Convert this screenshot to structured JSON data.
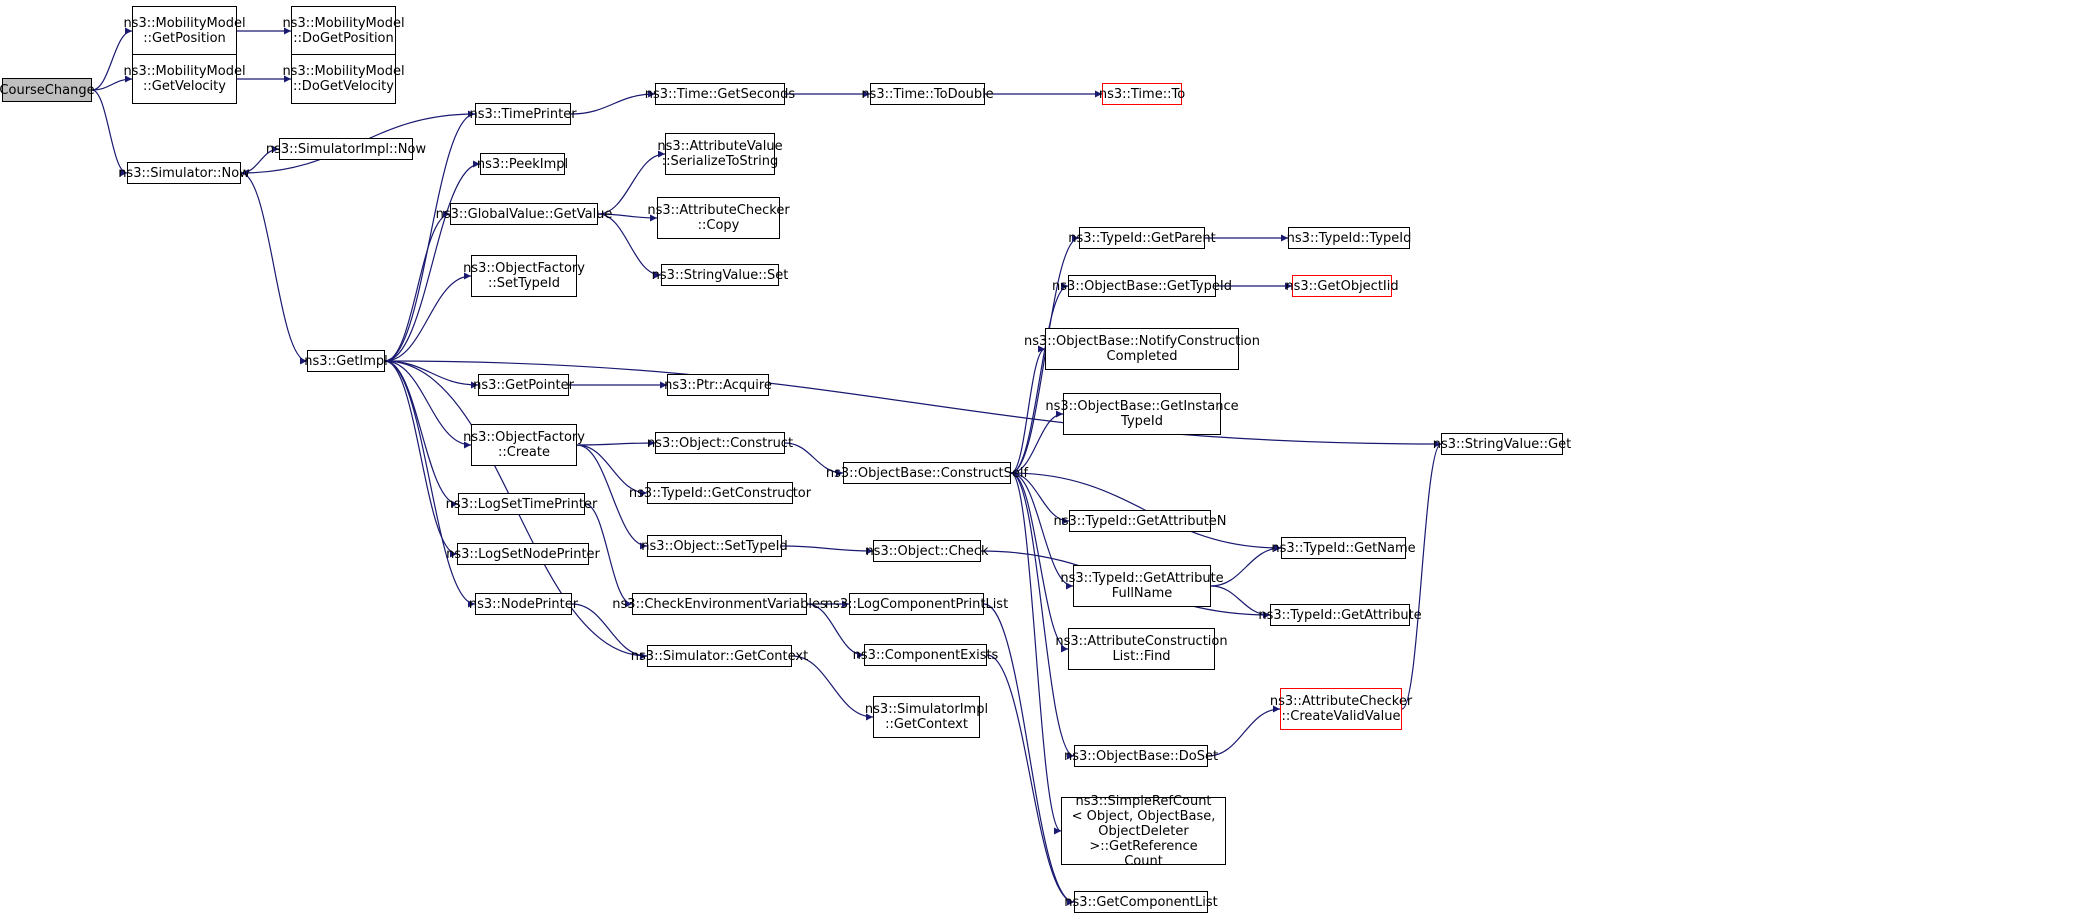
{
  "colors": {
    "edge": "#191970",
    "border": "#000000",
    "root_fill": "#bfbfbf",
    "missing_border": "#ff0000"
  },
  "nodes": [
    {
      "id": "n0",
      "label": "CourseChange",
      "style": "root"
    },
    {
      "id": "n1",
      "label": "ns3::MobilityModel\n::GetPosition"
    },
    {
      "id": "n2",
      "label": "ns3::MobilityModel\n::DoGetPosition"
    },
    {
      "id": "n3",
      "label": "ns3::MobilityModel\n::GetVelocity"
    },
    {
      "id": "n4",
      "label": "ns3::MobilityModel\n::DoGetVelocity"
    },
    {
      "id": "n5",
      "label": "ns3::Simulator::Now"
    },
    {
      "id": "n6",
      "label": "ns3::SimulatorImpl::Now"
    },
    {
      "id": "n7",
      "label": "ns3::GetImpl"
    },
    {
      "id": "n8",
      "label": "ns3::TimePrinter"
    },
    {
      "id": "n9",
      "label": "ns3::Time::GetSeconds"
    },
    {
      "id": "n10",
      "label": "ns3::Time::ToDouble"
    },
    {
      "id": "n11",
      "label": "ns3::Time::To",
      "style": "red"
    },
    {
      "id": "n12",
      "label": "ns3::PeekImpl"
    },
    {
      "id": "n13",
      "label": "ns3::GlobalValue::GetValue"
    },
    {
      "id": "n14",
      "label": "ns3::AttributeValue\n::SerializeToString"
    },
    {
      "id": "n15",
      "label": "ns3::AttributeChecker\n::Copy"
    },
    {
      "id": "n16",
      "label": "ns3::StringValue::Set"
    },
    {
      "id": "n17",
      "label": "ns3::ObjectFactory\n::SetTypeId"
    },
    {
      "id": "n18",
      "label": "ns3::StringValue::Get"
    },
    {
      "id": "n19",
      "label": "ns3::GetPointer"
    },
    {
      "id": "n20",
      "label": "ns3::Ptr::Acquire"
    },
    {
      "id": "n21",
      "label": "ns3::ObjectFactory\n::Create"
    },
    {
      "id": "n22",
      "label": "ns3::Object::Construct"
    },
    {
      "id": "n23",
      "label": "ns3::TypeId::GetConstructor"
    },
    {
      "id": "n24",
      "label": "ns3::Object::SetTypeId"
    },
    {
      "id": "n25",
      "label": "ns3::ObjectBase::ConstructSelf"
    },
    {
      "id": "n26",
      "label": "ns3::TypeId::GetParent"
    },
    {
      "id": "n27",
      "label": "ns3::TypeId::TypeId"
    },
    {
      "id": "n28",
      "label": "ns3::ObjectBase::GetTypeId"
    },
    {
      "id": "n29",
      "label": "ns3::GetObjectIid",
      "style": "red"
    },
    {
      "id": "n30",
      "label": "ns3::ObjectBase::NotifyConstruction\nCompleted"
    },
    {
      "id": "n31",
      "label": "ns3::ObjectBase::GetInstance\nTypeId"
    },
    {
      "id": "n32",
      "label": "ns3::TypeId::GetAttributeN"
    },
    {
      "id": "n33",
      "label": "ns3::TypeId::GetAttribute\nFullName"
    },
    {
      "id": "n34",
      "label": "ns3::TypeId::GetName"
    },
    {
      "id": "n35",
      "label": "ns3::TypeId::GetAttribute"
    },
    {
      "id": "n36",
      "label": "ns3::AttributeConstruction\nList::Find"
    },
    {
      "id": "n37",
      "label": "ns3::AttributeChecker\n::CreateValidValue",
      "style": "red"
    },
    {
      "id": "n38",
      "label": "ns3::ObjectBase::DoSet"
    },
    {
      "id": "n39",
      "label": "ns3::SimpleRefCount\n< Object, ObjectBase,\n ObjectDeleter >::GetReference\nCount"
    },
    {
      "id": "n40",
      "label": "ns3::GetComponentList"
    },
    {
      "id": "n41",
      "label": "ns3::LogSetTimePrinter"
    },
    {
      "id": "n42",
      "label": "ns3::LogSetNodePrinter"
    },
    {
      "id": "n43",
      "label": "ns3::NodePrinter"
    },
    {
      "id": "n44",
      "label": "ns3::CheckEnvironmentVariables"
    },
    {
      "id": "n45",
      "label": "ns3::LogComponentPrintList"
    },
    {
      "id": "n46",
      "label": "ns3::ComponentExists"
    },
    {
      "id": "n47",
      "label": "ns3::Simulator::GetContext"
    },
    {
      "id": "n48",
      "label": "ns3::SimulatorImpl\n::GetContext"
    },
    {
      "id": "n49",
      "label": "ns3::Object::Check"
    }
  ],
  "edges": [
    [
      "n0",
      "n1"
    ],
    [
      "n0",
      "n3"
    ],
    [
      "n0",
      "n5"
    ],
    [
      "n1",
      "n2"
    ],
    [
      "n3",
      "n4"
    ],
    [
      "n5",
      "n6"
    ],
    [
      "n5",
      "n7"
    ],
    [
      "n7",
      "n8"
    ],
    [
      "n8",
      "n5"
    ],
    [
      "n8",
      "n9"
    ],
    [
      "n9",
      "n10"
    ],
    [
      "n10",
      "n11"
    ],
    [
      "n7",
      "n12"
    ],
    [
      "n7",
      "n13"
    ],
    [
      "n13",
      "n14"
    ],
    [
      "n13",
      "n15"
    ],
    [
      "n13",
      "n16"
    ],
    [
      "n7",
      "n17"
    ],
    [
      "n7",
      "n18"
    ],
    [
      "n7",
      "n19"
    ],
    [
      "n19",
      "n20"
    ],
    [
      "n7",
      "n21"
    ],
    [
      "n21",
      "n22"
    ],
    [
      "n21",
      "n23"
    ],
    [
      "n21",
      "n24"
    ],
    [
      "n22",
      "n25"
    ],
    [
      "n25",
      "n26"
    ],
    [
      "n26",
      "n27"
    ],
    [
      "n25",
      "n28"
    ],
    [
      "n28",
      "n29"
    ],
    [
      "n25",
      "n30"
    ],
    [
      "n25",
      "n31"
    ],
    [
      "n25",
      "n32"
    ],
    [
      "n25",
      "n33"
    ],
    [
      "n33",
      "n34"
    ],
    [
      "n33",
      "n35"
    ],
    [
      "n25",
      "n34"
    ],
    [
      "n25",
      "n36"
    ],
    [
      "n25",
      "n38"
    ],
    [
      "n38",
      "n37"
    ],
    [
      "n37",
      "n18"
    ],
    [
      "n25",
      "n39"
    ],
    [
      "n24",
      "n49"
    ],
    [
      "n49",
      "n35"
    ],
    [
      "n7",
      "n41"
    ],
    [
      "n7",
      "n42"
    ],
    [
      "n7",
      "n43"
    ],
    [
      "n41",
      "n44"
    ],
    [
      "n44",
      "n45"
    ],
    [
      "n44",
      "n46"
    ],
    [
      "n45",
      "n40"
    ],
    [
      "n46",
      "n40"
    ],
    [
      "n43",
      "n47"
    ],
    [
      "n47",
      "n7"
    ],
    [
      "n47",
      "n48"
    ]
  ]
}
